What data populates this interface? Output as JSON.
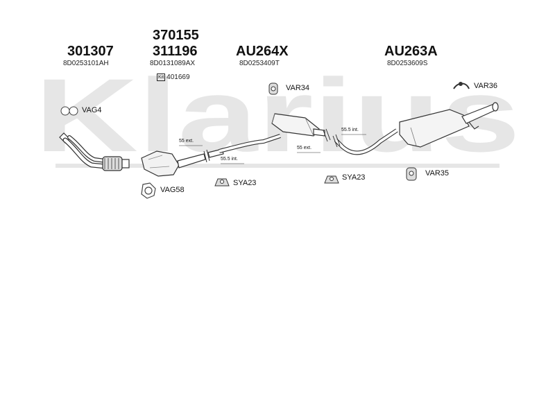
{
  "watermark": "Klarius",
  "groups": [
    {
      "part_numbers": [
        "301307"
      ],
      "oe_ref": "8D0253101AH"
    },
    {
      "part_numbers": [
        "370155",
        "311196"
      ],
      "oe_ref": "8D0131089AX"
    },
    {
      "part_numbers": [
        "AU264X"
      ],
      "oe_ref": "8D0253409T"
    },
    {
      "part_numbers": [
        "AU263A"
      ],
      "oe_ref": "8D0253609S"
    }
  ],
  "kit": {
    "badge": "Kit",
    "number": "401669"
  },
  "fittings": [
    "VAG4",
    "VAG58",
    "VAR34",
    "VAR36",
    "SYA23",
    "SYA23",
    "VAR35"
  ],
  "dimensions": [
    "55 ext.",
    "55.5 int.",
    "55 ext.",
    "55.5 int."
  ]
}
